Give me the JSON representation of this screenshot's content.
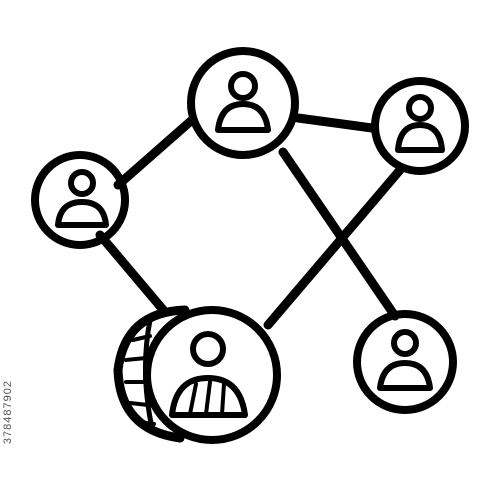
{
  "icon": {
    "name": "social-network-icon",
    "stroke_color": "#000000",
    "background_color": "#ffffff",
    "nodes": [
      {
        "name": "user-node-top"
      },
      {
        "name": "user-node-top-right"
      },
      {
        "name": "user-node-left"
      },
      {
        "name": "user-node-bottom-left-coin"
      },
      {
        "name": "user-node-bottom-right"
      }
    ]
  },
  "watermark": {
    "stock_id": "378487902"
  }
}
